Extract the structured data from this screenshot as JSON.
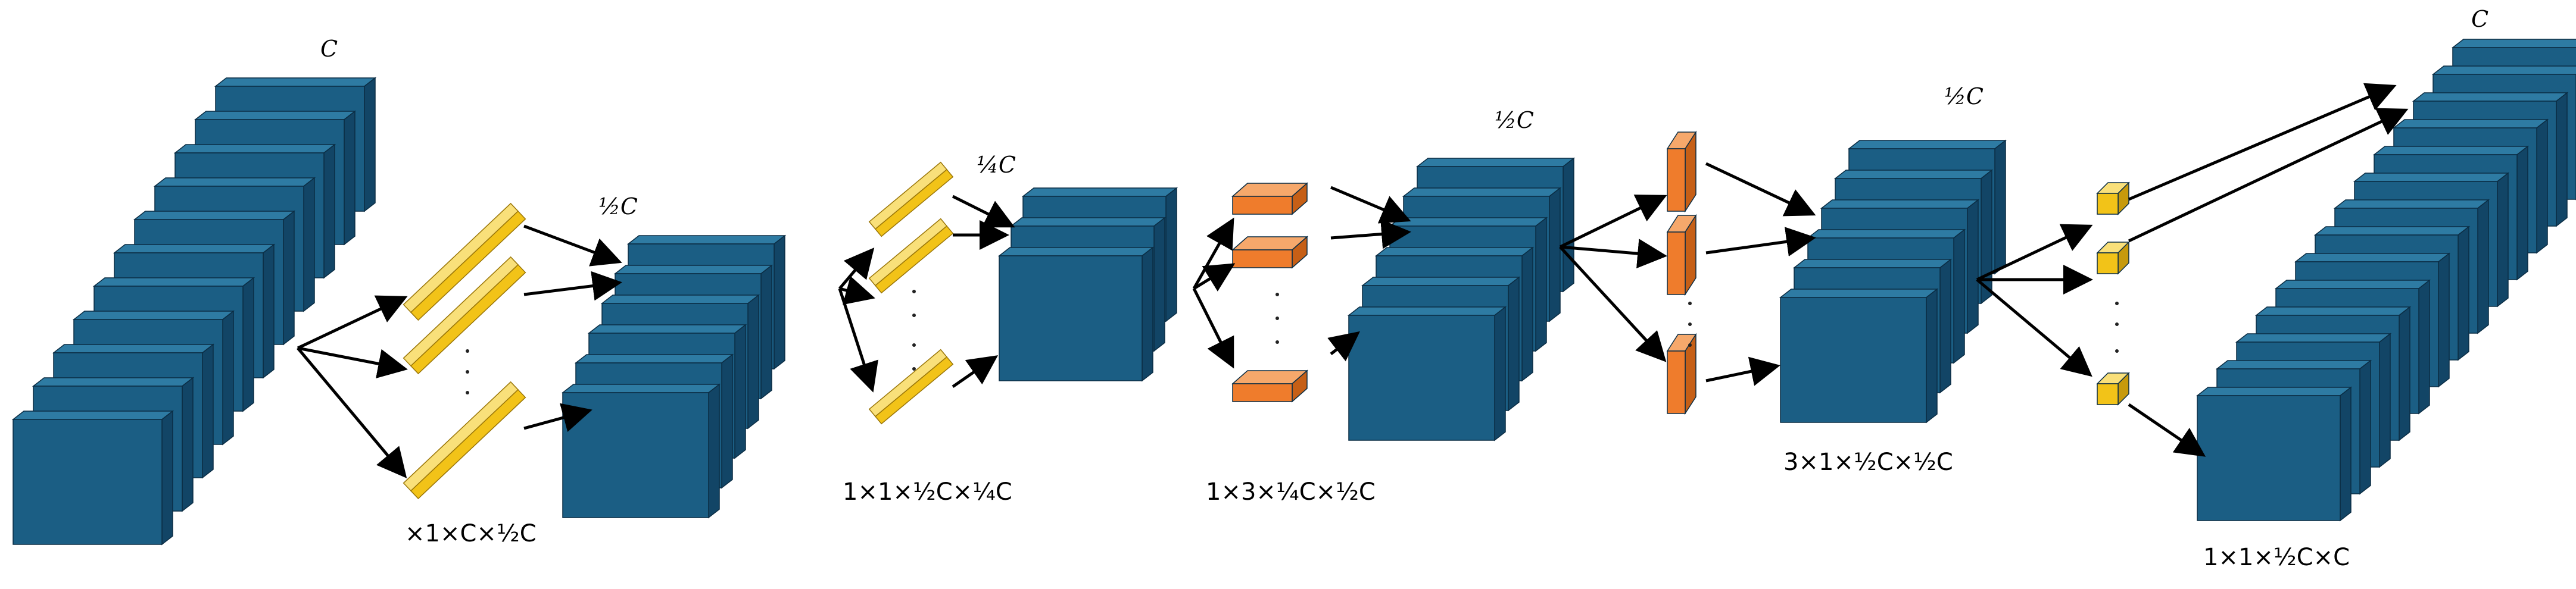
{
  "labels": {
    "c_top_left": "C",
    "half_c_1": "½C",
    "quarter_c": "¼C",
    "half_c_2": "½C",
    "half_c_3": "½C",
    "c_top_right": "C"
  },
  "kernel_labels": {
    "k1": "×1×C×½C",
    "k2": "1×1×½C×¼C",
    "k3": "1×3×¼C×½C",
    "k4": "3×1×½C×½C",
    "k5": "1×1×½C×C"
  },
  "ellipsis": "·  ·  ·",
  "colors": {
    "feature_front": "#1B5E84",
    "feature_side": "#124566",
    "feature_top": "#2E7BA3",
    "kernel_yellow": "#F2C318",
    "kernel_yellow_top": "#F9E07A",
    "kernel_yellow_side": "#C79A0C",
    "kernel_orange": "#EF7C2C",
    "kernel_orange_top": "#F6A86B",
    "kernel_orange_side": "#C65F16",
    "arrow": "#000000"
  }
}
